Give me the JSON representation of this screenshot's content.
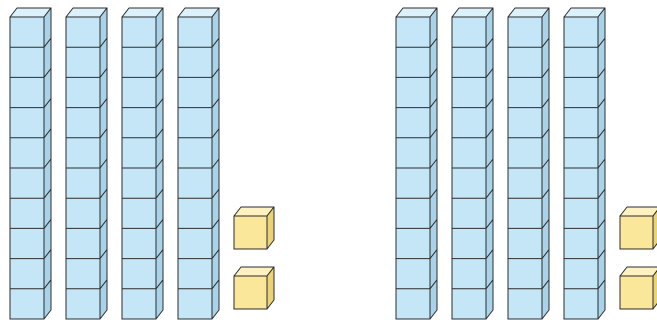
{
  "groups": [
    {
      "tens_rods": 4,
      "ones_cubes": 2
    },
    {
      "tens_rods": 4,
      "ones_cubes": 2
    }
  ],
  "colors": {
    "tens_fill": "#c5e6f7",
    "tens_side": "#a9d3ea",
    "tens_top": "#ddf1fb",
    "ones_fill": "#fae79a",
    "ones_side": "#e8d27a",
    "ones_top": "#fdf1c2",
    "outline": "#2c2c2c",
    "background": "#ffffff"
  }
}
